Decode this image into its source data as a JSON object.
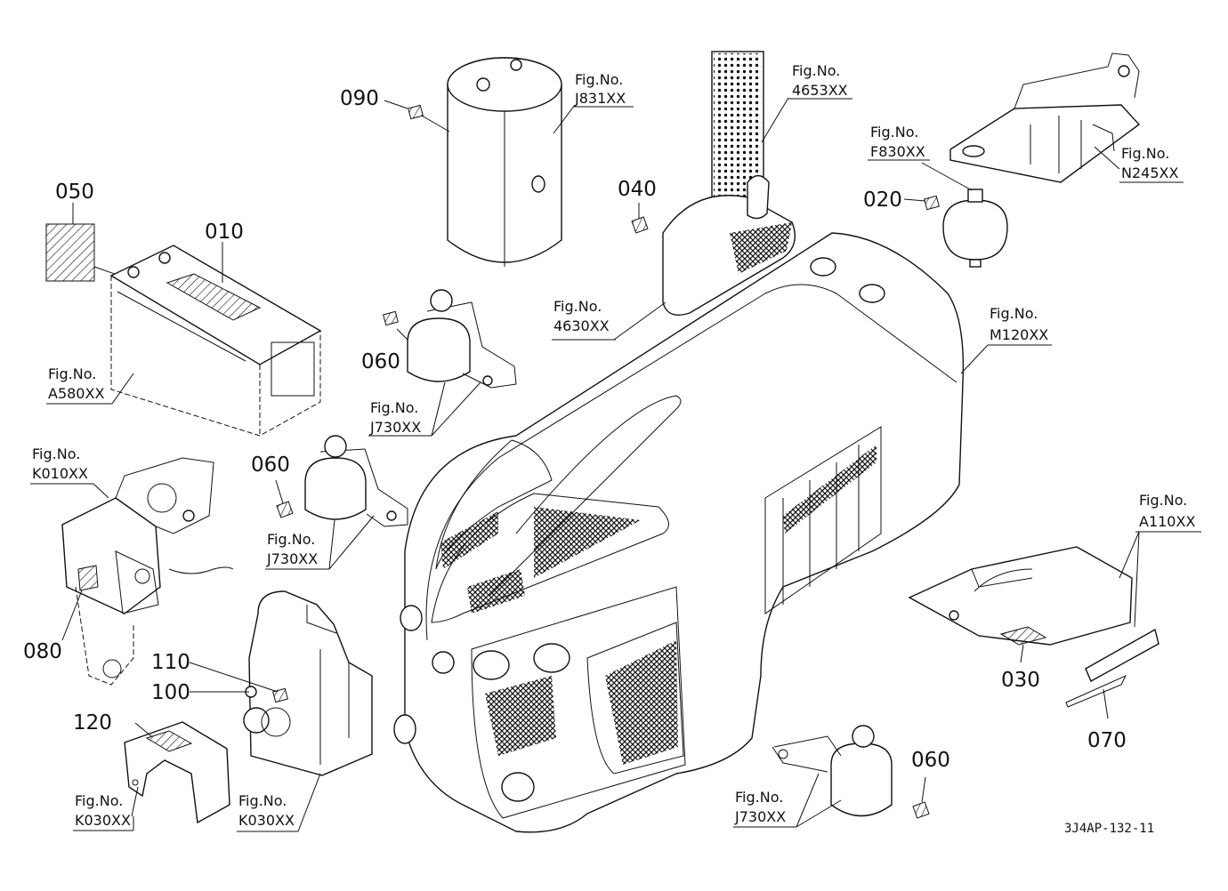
{
  "drawing_code": "3J4AP-132-11",
  "labels": {
    "l010": "010",
    "l020": "020",
    "l030": "030",
    "l040": "040",
    "l050": "050",
    "l060a": "060",
    "l060b": "060",
    "l060c": "060",
    "l070": "070",
    "l080": "080",
    "l090": "090",
    "l100": "100",
    "l110": "110",
    "l120": "120"
  },
  "figs": {
    "fig_prefix": "Fig.No.",
    "j831": "J831XX",
    "g4653": "4653XX",
    "f830": "F830XX",
    "n245": "N245XX",
    "g4630": "4630XX",
    "m120": "M120XX",
    "a580": "A580XX",
    "j730a": "J730XX",
    "k010": "K010XX",
    "j730b": "J730XX",
    "a110": "A110XX",
    "k030a": "K030XX",
    "k030b": "K030XX",
    "j730c": "J730XX"
  }
}
